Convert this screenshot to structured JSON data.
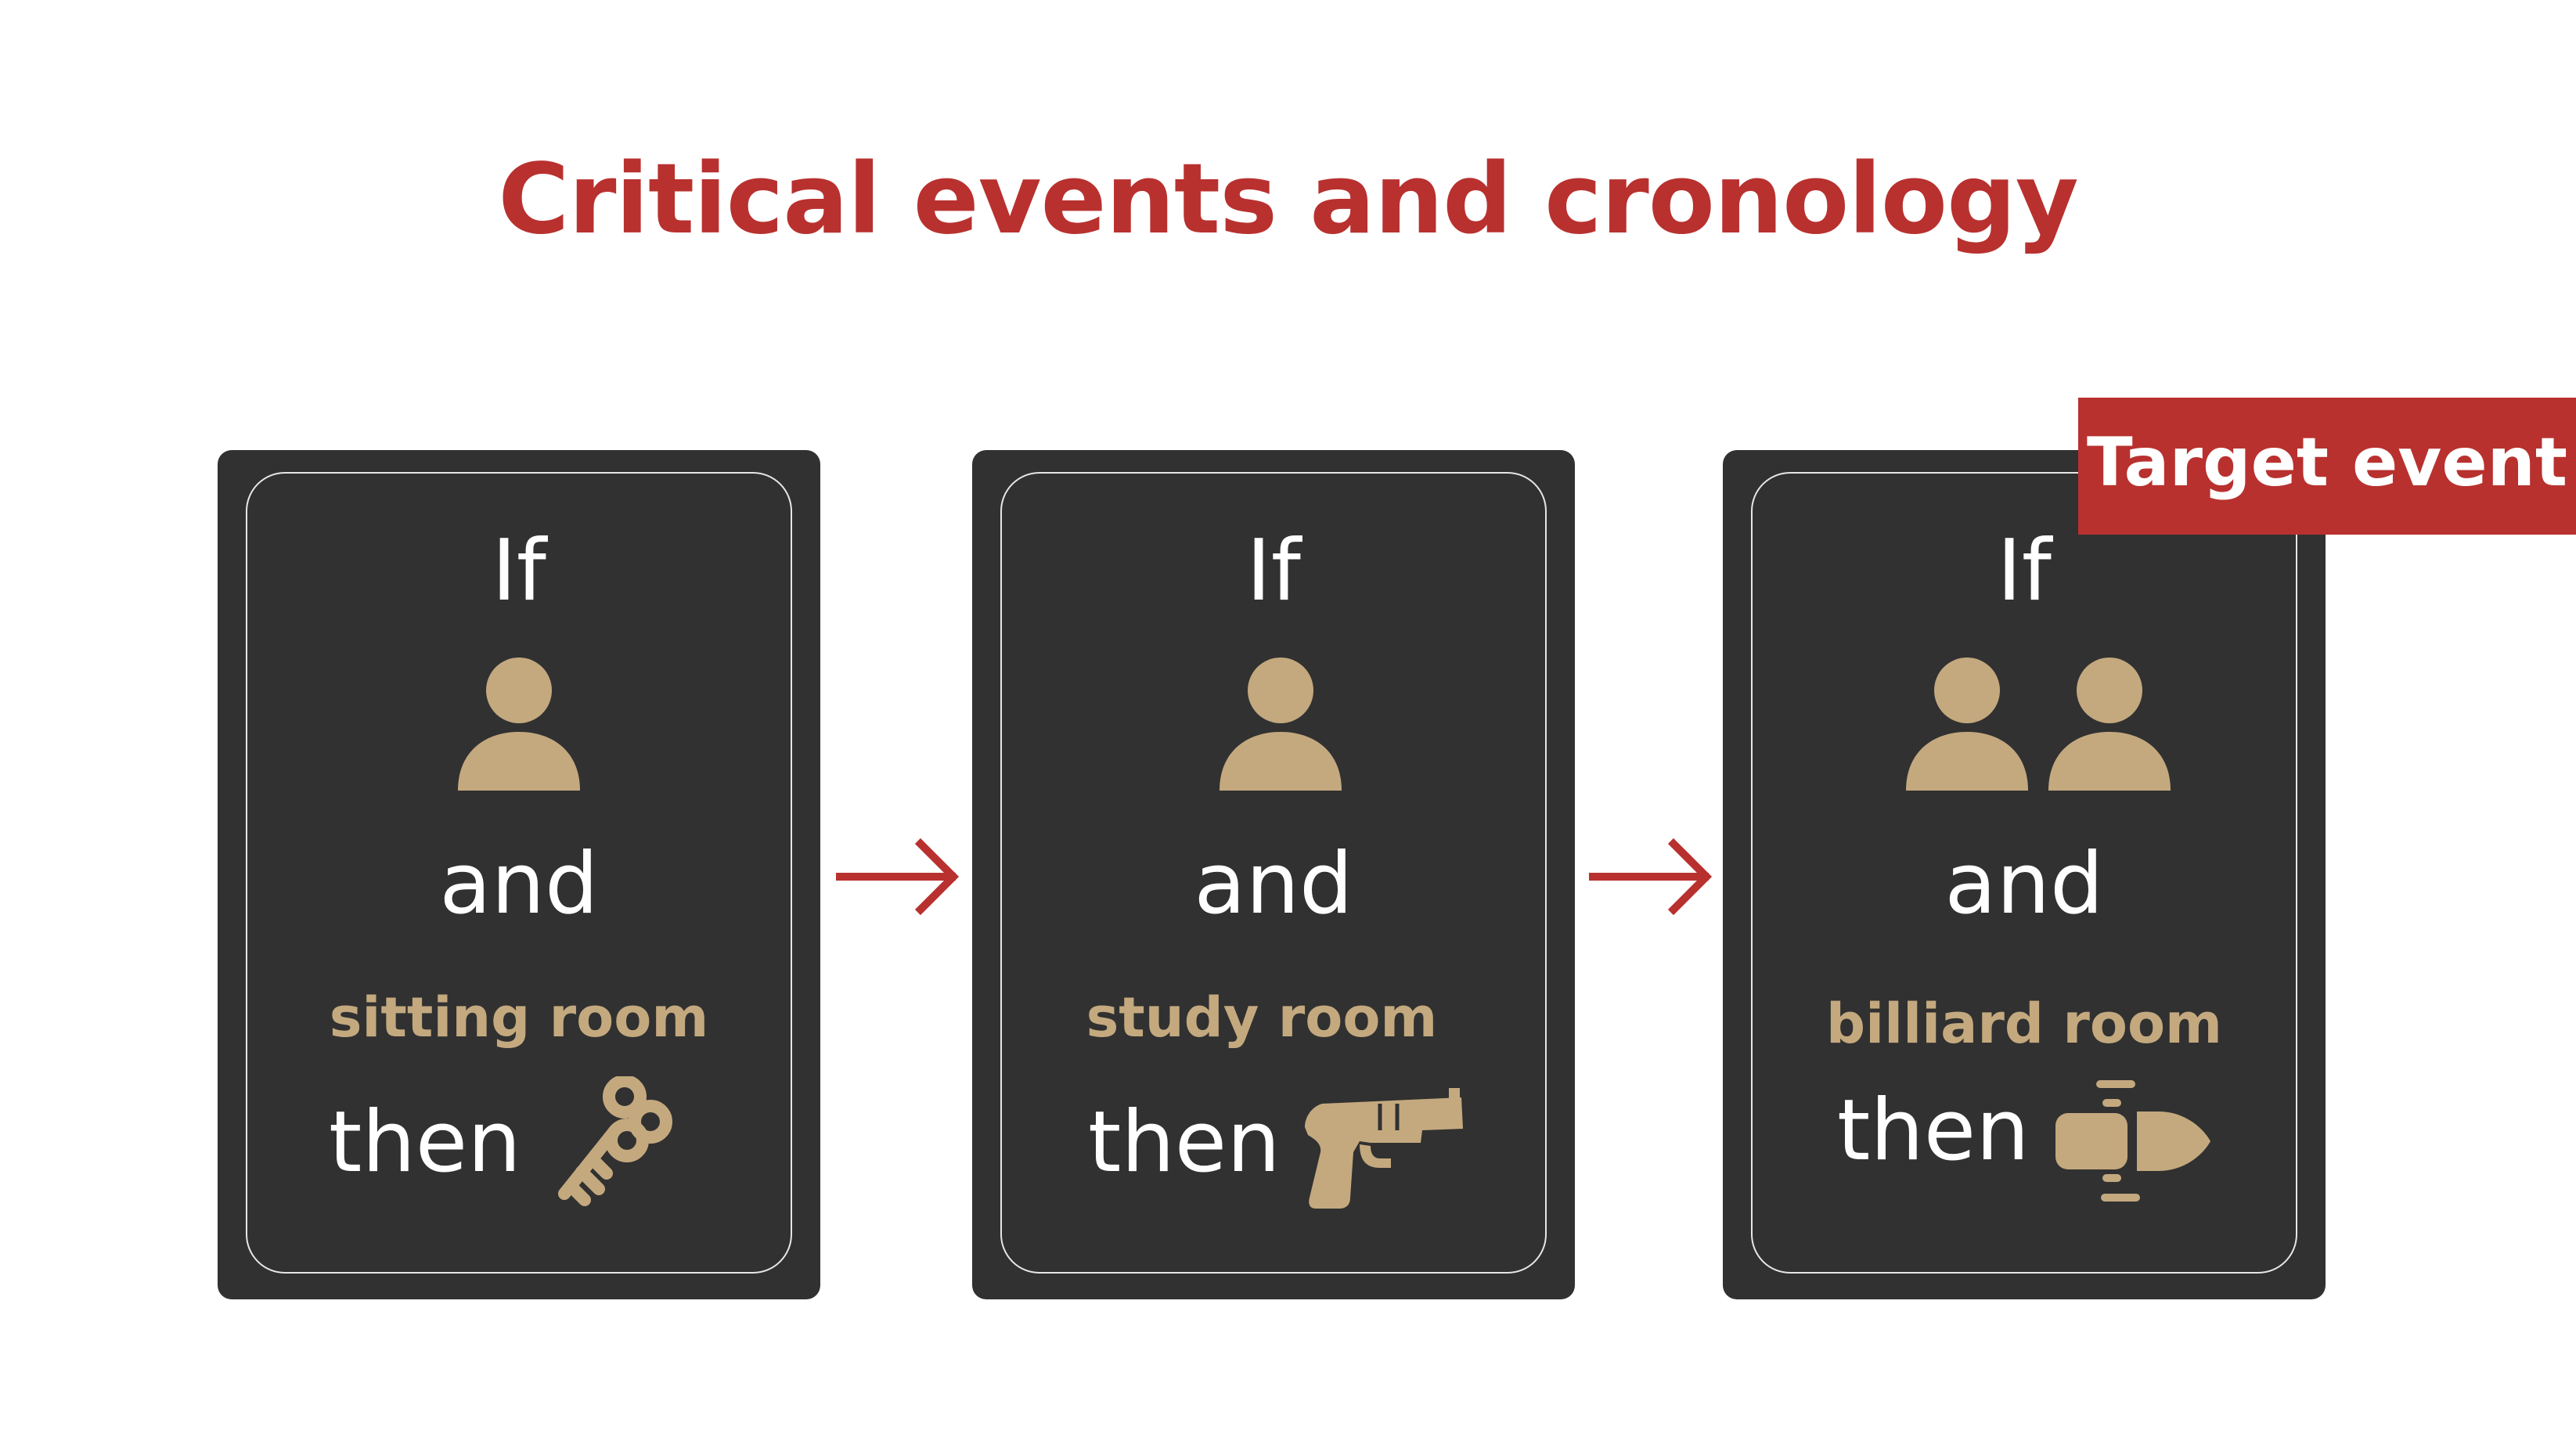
{
  "title": "Critical events and cronology",
  "colors": {
    "accent": "#b8312f",
    "card_background": "#313131",
    "icon_tan": "#c4a97f",
    "text_light": "#ffffff"
  },
  "cards": [
    {
      "if_label": "If",
      "subject_icon": "person-icon",
      "subject_count": 1,
      "and_label": "and",
      "room": "sitting room",
      "then_label": "then",
      "result_icon": "key-icon"
    },
    {
      "if_label": "If",
      "subject_icon": "person-icon",
      "subject_count": 1,
      "and_label": "and",
      "room": "study room",
      "then_label": "then",
      "result_icon": "revolver-icon"
    },
    {
      "if_label": "If",
      "subject_icon": "person-icon",
      "subject_count": 2,
      "and_label": "and",
      "room": "billiard room",
      "then_label": "then",
      "result_icon": "bullet-icon"
    }
  ],
  "connector_icon": "right-arrow-icon",
  "target_badge": "Target event"
}
